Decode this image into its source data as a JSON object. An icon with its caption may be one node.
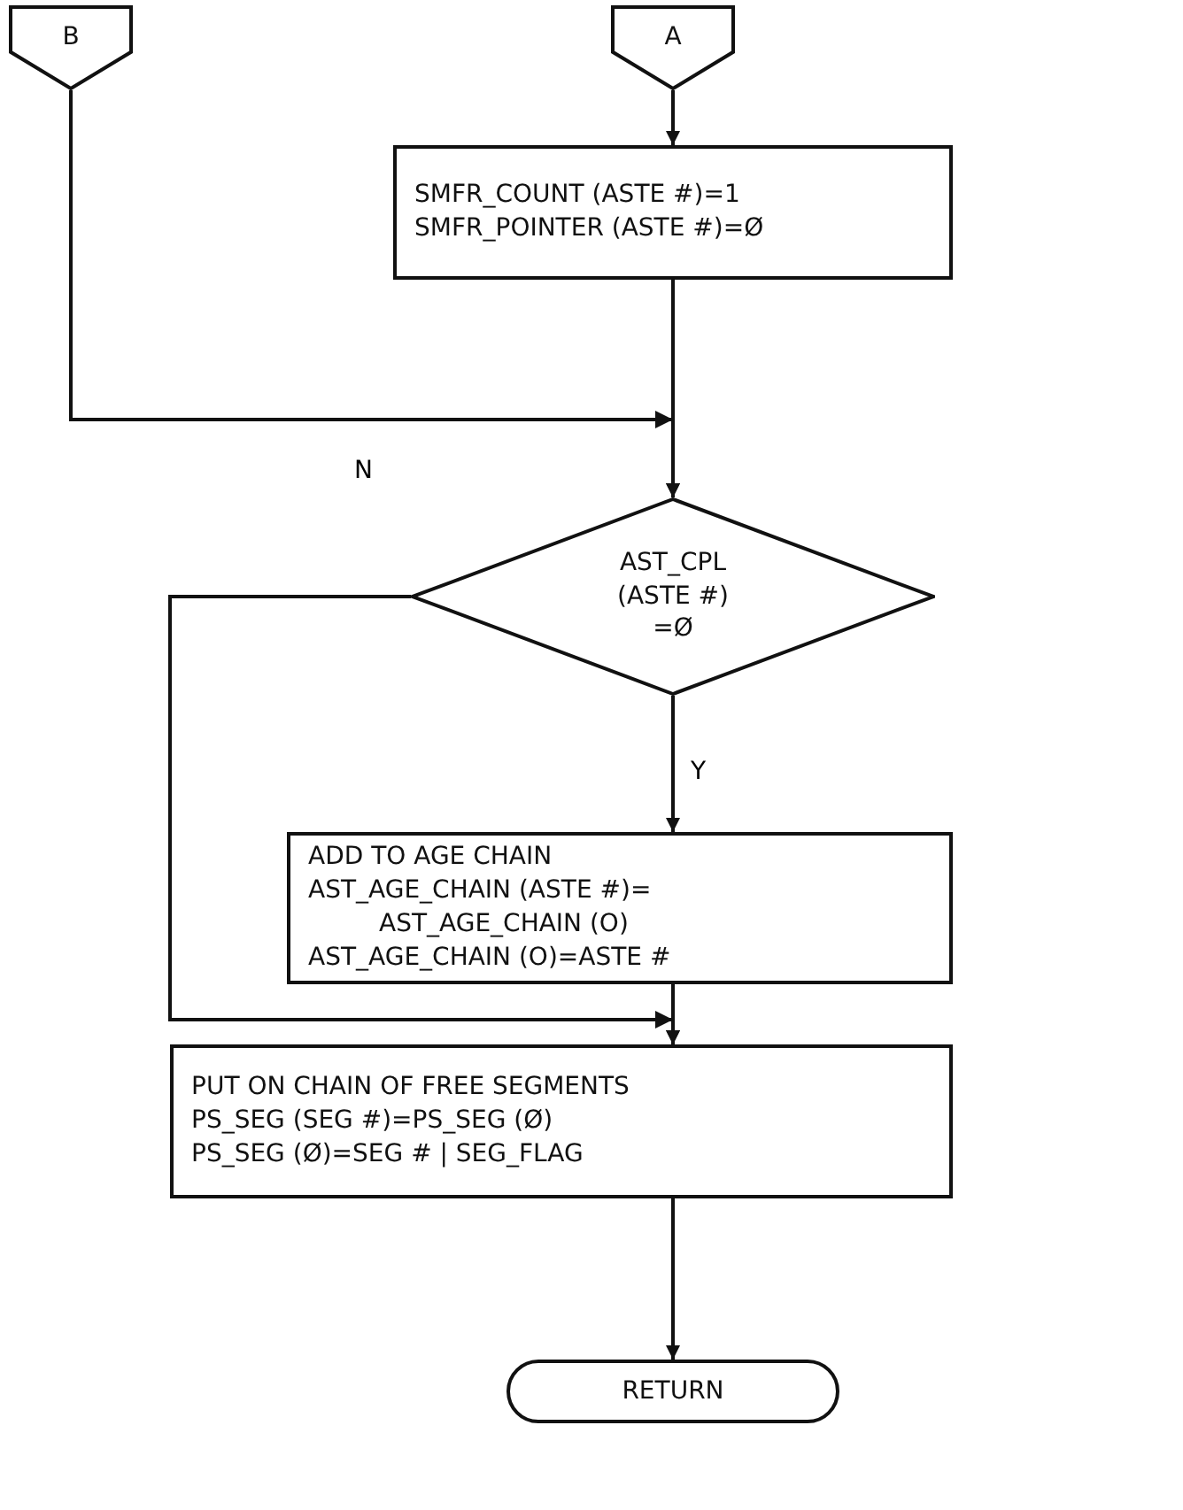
{
  "diagram": {
    "nodes": [
      {
        "text": [
          "B"
        ]
      },
      {
        "text": [
          "A"
        ]
      },
      {
        "text": [
          "SMFR_COUNT (ASTE #)=1",
          "SMFR_POINTER (ASTE #)=Ø"
        ]
      },
      {
        "text": [
          "AST_CPL (ASTE #) =Ø"
        ]
      },
      {
        "text": [
          "ADD TO AGE CHAIN",
          "AST_AGE_CHAIN (ASTE #)= AST_AGE_CHAIN (O)",
          "AST_AGE_CHAIN (O)=ASTE #"
        ]
      },
      {
        "text": [
          "PUT ON CHAIN OF FREE SEGMENTS",
          "PS_SEG (SEG #)=PS_SEG (Ø)",
          "PS_SEG (Ø)=SEG # | SEG_FLAG"
        ]
      },
      {
        "text": [
          "RETURN"
        ]
      }
    ],
    "edges": [
      {
        "from": 1,
        "to": 2,
        "arrow": "to"
      },
      {
        "from": 2,
        "to": 3,
        "arrow": "to"
      },
      {
        "from": 0,
        "to": 3,
        "arrow": "to"
      },
      {
        "from": 3,
        "to": 4,
        "arrow": "to",
        "label": "Y"
      },
      {
        "from": 3,
        "to": 5,
        "arrow": "to",
        "label": "N"
      },
      {
        "from": 4,
        "to": 5,
        "arrow": "to"
      },
      {
        "from": 5,
        "to": 6,
        "arrow": "to"
      }
    ]
  }
}
